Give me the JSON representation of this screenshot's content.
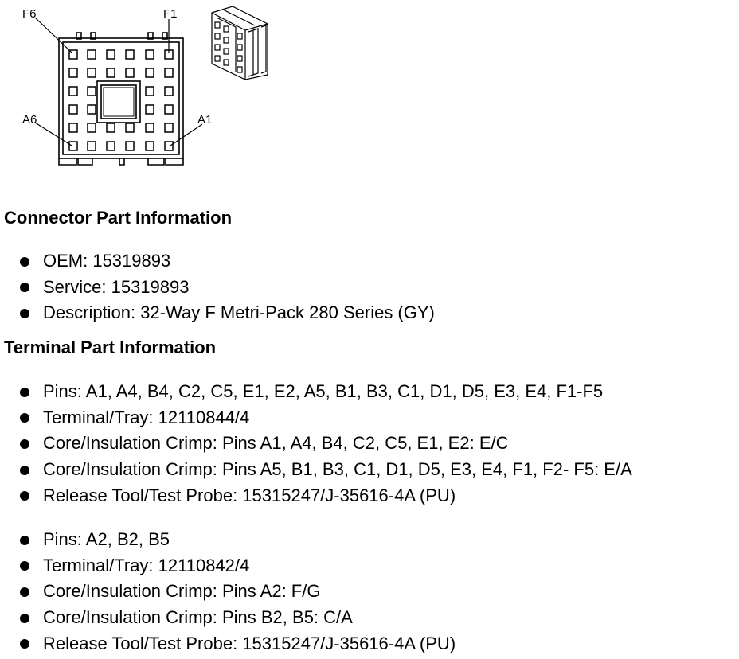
{
  "diagram": {
    "labels": {
      "f6": "F6",
      "f1": "F1",
      "a6": "A6",
      "a1": "A1"
    }
  },
  "connector_section": {
    "title": "Connector Part Information",
    "items": [
      "OEM: 15319893",
      "Service: 15319893",
      "Description: 32-Way F Metri-Pack 280 Series (GY)"
    ]
  },
  "terminal_section": {
    "title": "Terminal Part Information",
    "group1": [
      "Pins: A1, A4, B4, C2, C5, E1, E2, A5, B1, B3, C1, D1, D5, E3, E4, F1-F5",
      "Terminal/Tray: 12110844/4",
      "Core/Insulation Crimp: Pins A1, A4, B4, C2, C5, E1, E2: E/C",
      "Core/Insulation Crimp: Pins A5, B1, B3, C1, D1, D5, E3, E4, F1, F2- F5: E/A",
      "Release Tool/Test Probe: 15315247/J-35616-4A (PU)"
    ],
    "group2": [
      "Pins: A2, B2, B5",
      "Terminal/Tray: 12110842/4",
      "Core/Insulation Crimp: Pins A2: F/G",
      "Core/Insulation Crimp: Pins B2, B5: C/A",
      "Release Tool/Test Probe: 15315247/J-35616-4A (PU)"
    ]
  }
}
